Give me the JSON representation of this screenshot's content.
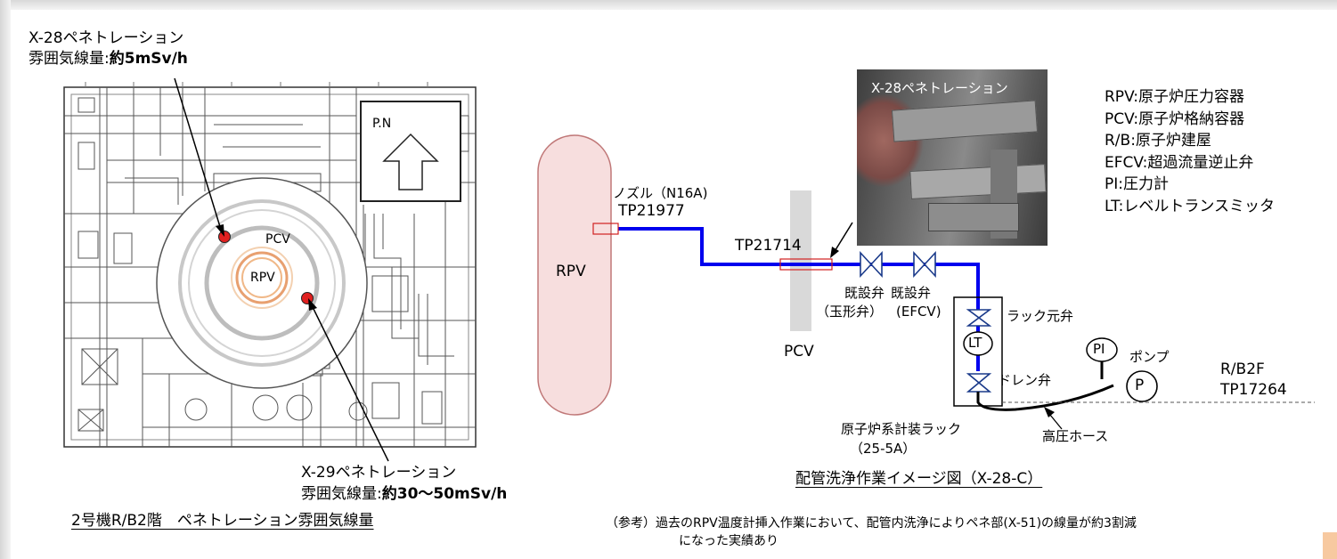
{
  "left_panel": {
    "x28_title": "X-28ペネトレーション",
    "x28_dose_label": "雰囲気線量:",
    "x28_dose_value": "約5mSv/h",
    "pn_label": "P.N",
    "pcv_label": "PCV",
    "rpv_label": "RPV",
    "x29_title": "X-29ペネトレーション",
    "x29_dose_label": "雰囲気線量:",
    "x29_dose_value": "約30～50mSv/h",
    "caption": "2号機R/B2階　ペネトレーション雰囲気線量"
  },
  "right_panel": {
    "photo_label": "X-28ペネトレーション",
    "rpv_vessel": "RPV",
    "nozzle_label": "ノズル（N16A)",
    "nozzle_tp": "TP21977",
    "pcv_tp": "TP21714",
    "pcv_label": "PCV",
    "valve1_label": "既設弁",
    "valve1_sub": "（玉形弁）",
    "valve2_label": "既設弁",
    "valve2_sub": "(EFCV)",
    "rack_root_valve": "ラック元弁",
    "lt_label": "LT",
    "drain_valve": "ドレン弁",
    "pi_label": "PI",
    "pump_label": "ポンプ",
    "p_label": "P",
    "floor_label": "R/B2F",
    "floor_tp": "TP17264",
    "hose_label": "高圧ホース",
    "rack_name": "原子炉系計装ラック",
    "rack_id": "（25-5A）",
    "caption": "配管洗浄作業イメージ図（X-28-C）",
    "legend": [
      "RPV:原子炉圧力容器",
      "PCV:原子炉格納容器",
      "R/B:原子炉建屋",
      "EFCV:超過流量逆止弁",
      "PI:圧力計",
      "LT:レベルトランスミッタ"
    ],
    "note_line1": "（参考）過去のRPV温度計挿入作業において、配管内洗浄によりペネ部(X-51)の線量が約3割減",
    "note_line2": "になった実績あり"
  },
  "colors": {
    "pipe": "#0000ee",
    "rpv_fill": "#f7dede",
    "rpv_stroke": "#c07878",
    "hot_spot": "#e02020",
    "pcv_band": "#d9d9d9",
    "rpv_ring": "#e8a070"
  }
}
